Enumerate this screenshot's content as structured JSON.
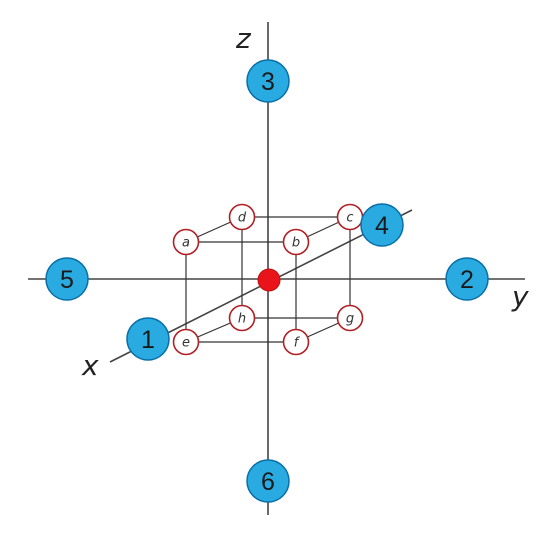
{
  "colors": {
    "site_fill": "#29abe2",
    "vertex_stroke": "#b11f24",
    "center_fill": "#e8141a"
  },
  "axes": {
    "x_label": "x",
    "y_label": "y",
    "z_label": "z"
  },
  "sites": [
    {
      "label": "1",
      "axis": "+x"
    },
    {
      "label": "2",
      "axis": "+y"
    },
    {
      "label": "3",
      "axis": "+z"
    },
    {
      "label": "4",
      "axis": "-x"
    },
    {
      "label": "5",
      "axis": "-y"
    },
    {
      "label": "6",
      "axis": "-z"
    }
  ],
  "vertices": [
    {
      "label": "a"
    },
    {
      "label": "b"
    },
    {
      "label": "c"
    },
    {
      "label": "d"
    },
    {
      "label": "e"
    },
    {
      "label": "f"
    },
    {
      "label": "g"
    },
    {
      "label": "h"
    }
  ],
  "center": {
    "icon": "center-atom"
  }
}
